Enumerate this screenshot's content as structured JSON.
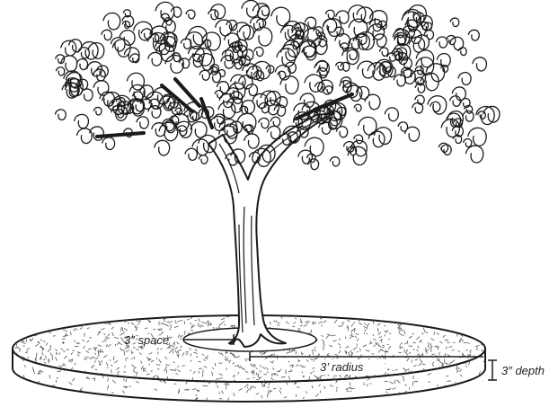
{
  "diagram": {
    "labels": {
      "space": "3″ space",
      "radius": "3’ radius",
      "depth": "3″ depth"
    },
    "colors": {
      "ink": "#1a1a1a",
      "background": "#ffffff",
      "mulch_fleck": "#555555"
    },
    "icons": {
      "tree": "tree-illustration",
      "mulch_ring": "mulch-ring-illustration"
    }
  }
}
